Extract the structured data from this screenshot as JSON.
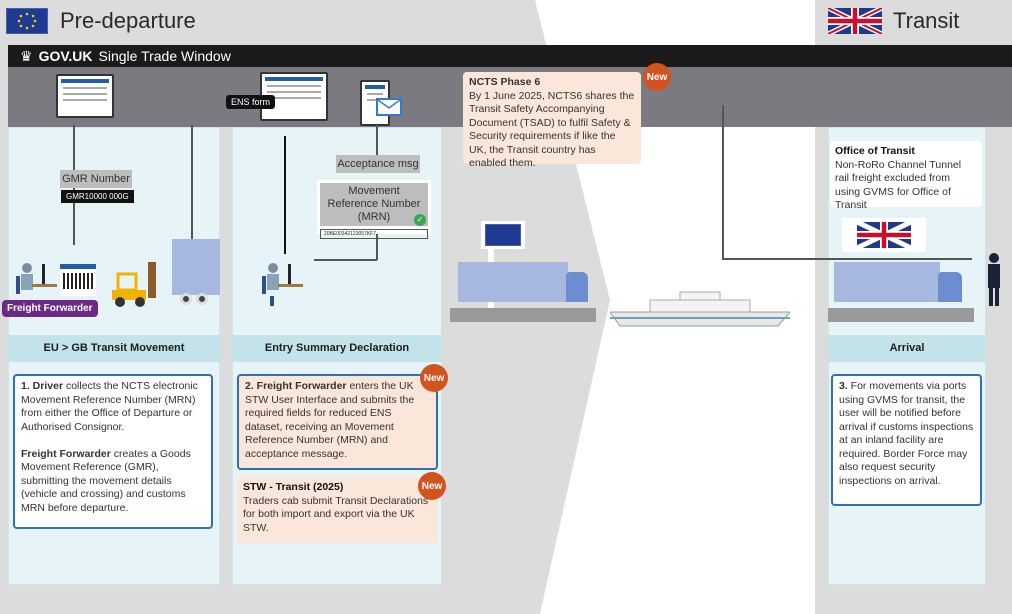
{
  "phases": {
    "pre_departure": "Pre-departure",
    "transit": "Transit"
  },
  "stw_bar": {
    "brand": "GOV.UK",
    "title": "Single Trade Window"
  },
  "ens_form_tag": "ENS form",
  "gmr": {
    "label": "GMR Number",
    "value": "GMR10000 000G"
  },
  "acceptance_msg": "Acceptance msg",
  "mrn": {
    "label": "Movement Reference Number (MRN)",
    "value": "20BE00342123057KF7"
  },
  "freight_forwarder_tag": "Freight Forwarder",
  "sections": {
    "col1": "EU > GB Transit Movement",
    "col2": "Entry Summary Declaration",
    "col3": "Arrival"
  },
  "ncts_note": {
    "title": "NCTS Phase 6",
    "body": "By 1 June 2025, NCTS6 shares the Transit Safety Accompanying Document (TSAD) to fulfil Safety & Security requirements if like the UK, the Transit country has enabled them.",
    "badge": "New"
  },
  "office_of_transit": {
    "title": "Office of Transit",
    "body": "Non-RoRo Channel Tunnel rail freight excluded from using GVMS for Office of Transit"
  },
  "card1": {
    "p1_bold": "1. Driver",
    "p1": " collects the NCTS electronic Movement Reference Number (MRN) from either the Office of Departure or Authorised Consignor.",
    "p2_bold": "Freight Forwarder",
    "p2": " creates a Goods Movement Reference (GMR), submitting the movement details (vehicle and crossing) and customs MRN before departure."
  },
  "card2": {
    "bold": "2. Freight Forwarder",
    "text": " enters the UK STW User Interface and submits the required fields for reduced ENS dataset, receiving an Movement Reference Number (MRN) and acceptance message.",
    "badge": "New"
  },
  "card_stw_transit": {
    "title": "STW - Transit (2025)",
    "text": "Traders cab submit Transit Declarations for both import and export via the UK STW.",
    "badge": "New"
  },
  "card3": {
    "bold": "3.",
    "text": " For movements via ports using GVMS for transit, the user will be notified before arrival if customs inspections at an inland facility are required. Border Force may also request security inspections on arrival."
  },
  "colors": {
    "stw_bar": "#1b1b1b",
    "band": "#7b7a80",
    "panel": "#e6f4f8",
    "label_bar": "#c3e3ea",
    "card_border": "#2f6fb5",
    "new_badge": "#d2531d",
    "peach": "#fbe6da",
    "freight_tag": "#6b2a86"
  }
}
